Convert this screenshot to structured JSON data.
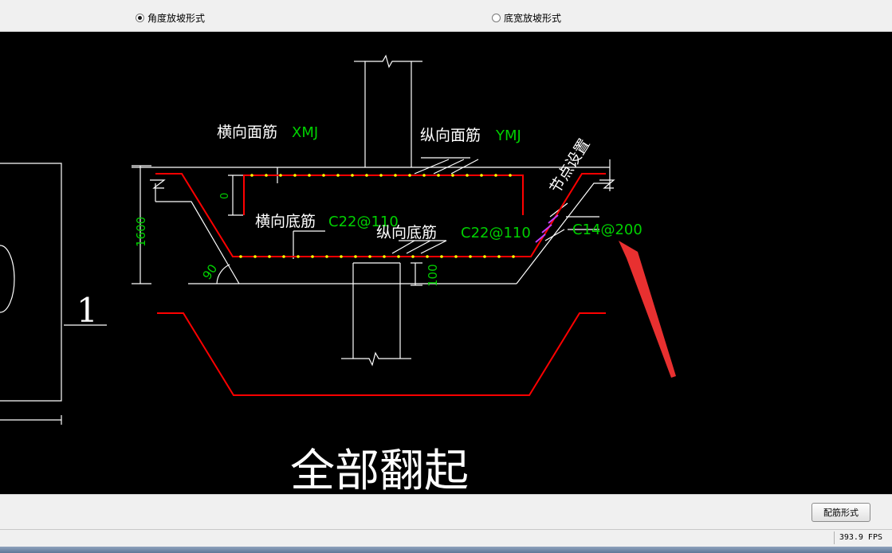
{
  "options": {
    "angle_slope": "角度放坡形式",
    "width_slope": "底宽放坡形式",
    "selected": "angle_slope"
  },
  "drawing": {
    "top_bar_label": "横向面筋",
    "top_bar_code": "XMJ",
    "long_top_label": "纵向面筋",
    "long_top_code": "YMJ",
    "node_setting": "节点设置",
    "bottom_bar_label": "横向底筋",
    "bottom_bar_code": "C22@110",
    "long_bottom_label": "纵向底筋",
    "long_bottom_code": "C22@110",
    "slope_bar_code": "C14@200",
    "dim_height": "1600",
    "dim_zero": "0",
    "dim_angle": "90",
    "dim_bottom": "100",
    "section_number": "1",
    "caption": "全部翻起"
  },
  "buttons": {
    "rebar_form": "配筋形式"
  },
  "status": {
    "fps": "393.9 FPS"
  },
  "colors": {
    "canvas_bg": "#000000",
    "line": "#ffffff",
    "rebar": "#ff0000",
    "label_code": "#00d000",
    "dot": "#ffff00",
    "node_bar": "#c040ff",
    "arrow": "#e83030"
  }
}
